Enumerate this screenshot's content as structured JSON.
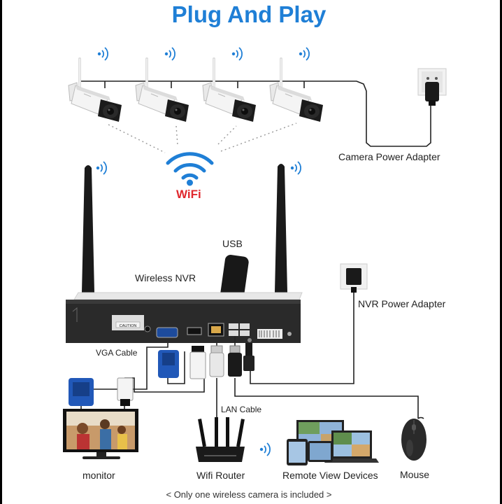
{
  "title": "Plug And Play",
  "wifi_label": "WiFi",
  "labels": {
    "camera_power_adapter": "Camera Power Adapter",
    "usb": "USB",
    "wireless_nvr": "Wireless NVR",
    "nvr_power_adapter": "NVR Power Adapter",
    "vga_cable": "VGA Cable",
    "lan_cable": "LAN Cable",
    "monitor": "monitor",
    "wifi_router": "Wifi Router",
    "remote_view_devices": "Remote View Devices",
    "mouse": "Mouse"
  },
  "nvr_panel_text": "CAUTION",
  "footnote": "< Only one wireless camera is included >",
  "colors": {
    "title": "#1f7fd6",
    "wifi_symbol": "#1f7fd6",
    "wifi_label": "#e0282e",
    "cable": "#222222"
  },
  "icons": [
    "wifi-signal-icon",
    "security-camera-icon",
    "power-adapter-icon",
    "usb-drive-icon",
    "router-icon",
    "mouse-icon",
    "monitor-icon",
    "laptop-icon"
  ]
}
